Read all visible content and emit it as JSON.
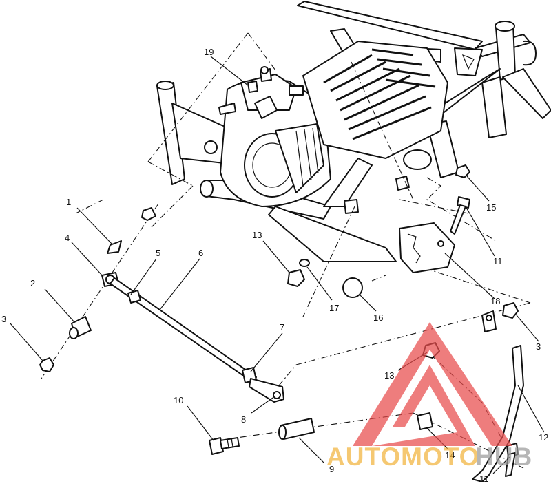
{
  "callouts": {
    "c1": "1",
    "c2": "2",
    "c3a": "3",
    "c3b": "3",
    "c4": "4",
    "c5": "5",
    "c6": "6",
    "c7": "7",
    "c8": "8",
    "c9": "9",
    "c10": "10",
    "c11a": "11",
    "c11b": "11",
    "c12": "12",
    "c13a": "13",
    "c13b": "13",
    "c14": "14",
    "c15": "15",
    "c16": "16",
    "c17": "17",
    "c18": "18",
    "c19": "19"
  },
  "watermark": {
    "part1": "AUTOMOTO",
    "part2": "HUB",
    "color_primary": "#e84c4c",
    "color_secondary": "#f2b33d",
    "color_tertiary": "#9a9a9a"
  }
}
